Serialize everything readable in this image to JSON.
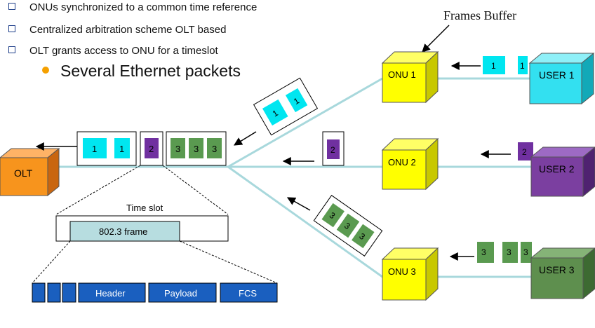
{
  "bullets": [
    "ONUs synchronized to a common time reference",
    "Centralized arbitration scheme OLT based",
    "OLT grants access to ONU for a timeslot"
  ],
  "sub_bullet": "Several Ethernet packets",
  "frames_buffer_label": "Frames Buffer",
  "olt_label": "OLT",
  "onus": [
    {
      "label": "ONU 1",
      "color": "#ffff00"
    },
    {
      "label": "ONU 2",
      "color": "#ffff00"
    },
    {
      "label": "ONU 3",
      "color": "#ffff00"
    }
  ],
  "users": [
    {
      "label": "USER 1",
      "color": "#33e0f0",
      "packet": "1"
    },
    {
      "label": "USER  2",
      "color": "#7b3fa0",
      "packet": "2"
    },
    {
      "label": "USER 3",
      "color": "#5e8f4e",
      "packet": "3"
    }
  ],
  "time_slot_label": "Time slot",
  "frame_label": "802.3 frame",
  "frame_fields": [
    "Header",
    "Payload",
    "FCS"
  ],
  "colors": {
    "packet1": "#00e6f0",
    "packet2": "#7030a0",
    "packet3": "#5a9a50",
    "fiber": "#a8d8dc",
    "frame_fill": "#b7dde0",
    "field_fill": "#1a5fbf"
  }
}
